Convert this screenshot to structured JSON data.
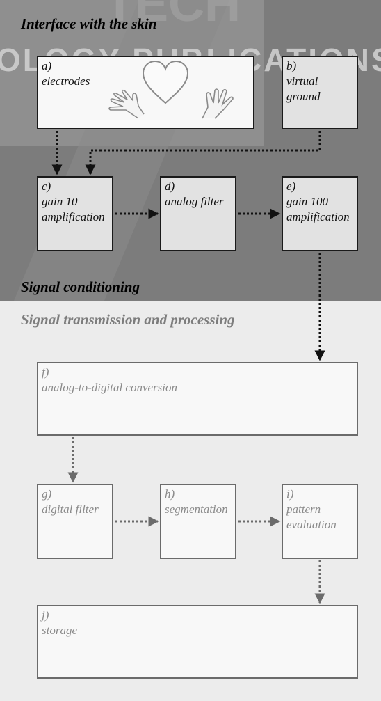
{
  "sections": {
    "skin_title": "Interface with the skin",
    "conditioning_title": "Signal conditioning",
    "transmission_title": "Signal transmission and processing",
    "watermark_top": "TECH",
    "watermark_mid": "OLOGY PUBLICATIONS"
  },
  "boxes": {
    "a": {
      "letter": "a)",
      "text": "electrodes"
    },
    "b": {
      "letter": "b)",
      "text": "virtual\nground"
    },
    "c": {
      "letter": "c)",
      "text": "gain 10\namplification"
    },
    "d": {
      "letter": "d)",
      "text": "analog filter"
    },
    "e": {
      "letter": "e)",
      "text": "gain 100\namplification"
    },
    "f": {
      "letter": "f)",
      "text": "analog-to-digital conversion"
    },
    "g": {
      "letter": "g)",
      "text": "digital filter"
    },
    "h": {
      "letter": "h)",
      "text": "segmentation"
    },
    "i": {
      "letter": "i)",
      "text": "pattern\nevaluation"
    },
    "j": {
      "letter": "j)",
      "text": "storage"
    }
  },
  "icons": [
    "left-hand-icon",
    "heart-icon",
    "right-hand-icon"
  ],
  "colors": {
    "top_panel": "#7a7a7a",
    "bottom_panel": "#ececec",
    "dark_arrow": "#111111",
    "light_arrow": "#6b6b6b"
  }
}
